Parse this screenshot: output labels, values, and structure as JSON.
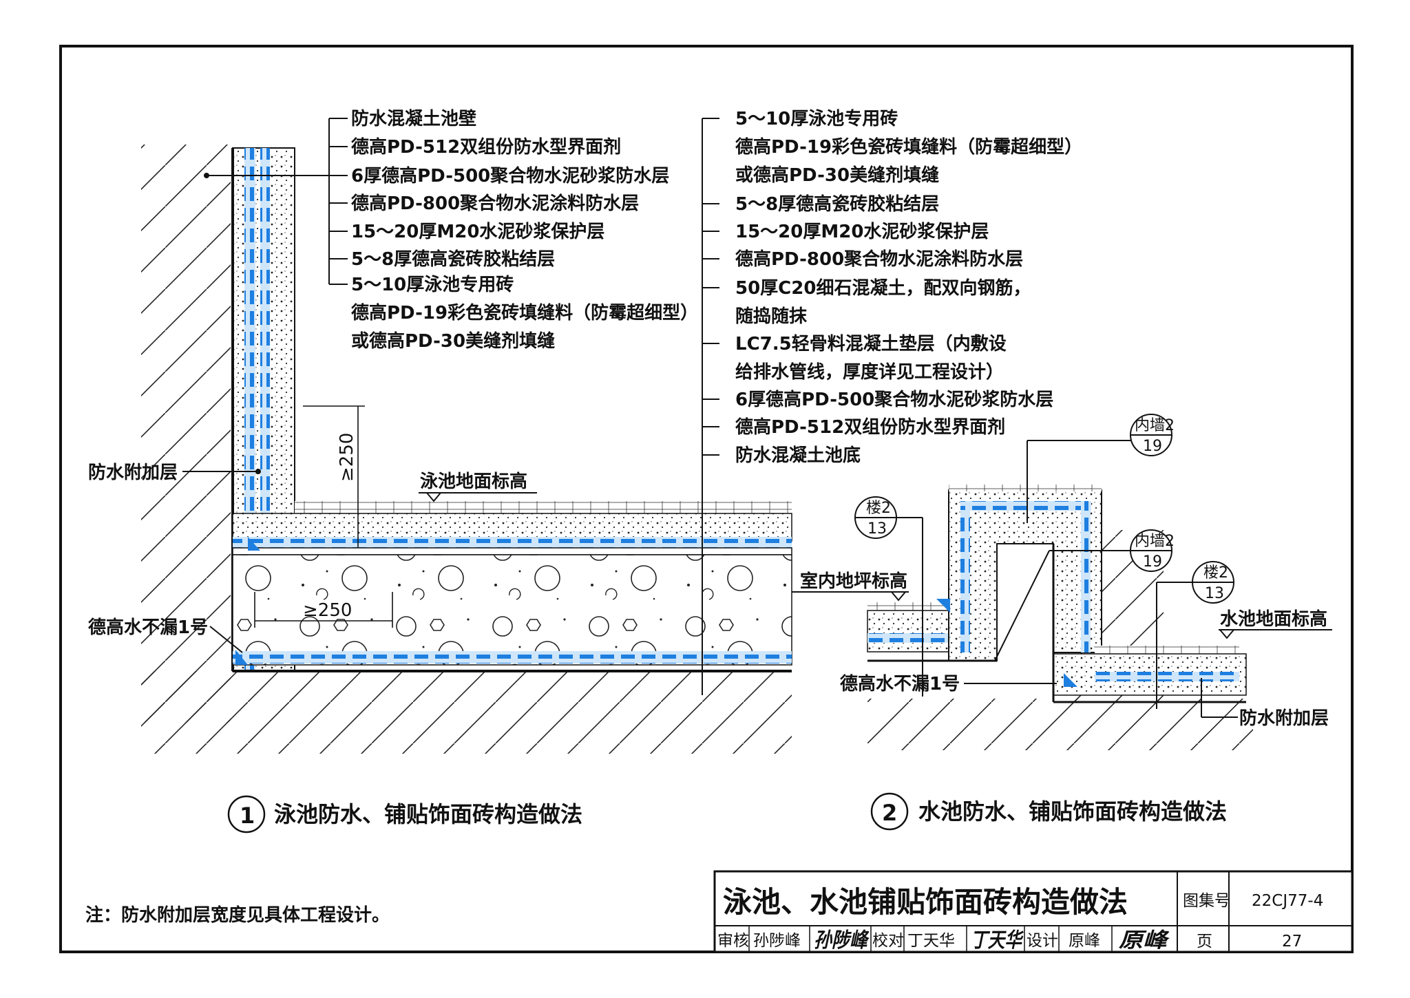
{
  "figure1": {
    "left_labels": {
      "waterproof_additional": "防水附加层",
      "deko_1": "德高水不漏1号"
    },
    "wall_layers": [
      "防水混凝土池壁",
      "德高PD-512双组份防水型界面剂",
      "6厚德高PD-500聚合物水泥砂浆防水层",
      "德高PD-800聚合物水泥涂料防水层",
      "15～20厚M20水泥砂浆保护层",
      "5～8厚德高瓷砖胶粘结层",
      "5～10厚泳池专用砖",
      "德高PD-19彩色瓷砖填缝料（防霉超细型）",
      "或德高PD-30美缝剂填缝"
    ],
    "floor_layers": [
      "5～10厚泳池专用砖",
      "德高PD-19彩色瓷砖填缝料（防霉超细型）",
      "或德高PD-30美缝剂填缝",
      "5～8厚德高瓷砖胶粘结层",
      "15～20厚M20水泥砂浆保护层",
      "德高PD-800聚合物水泥涂料防水层",
      "50厚C20细石混凝土，配双向钢筋，",
      "随捣随抹",
      "LC7.5轻骨料混凝土垫层（内敷设",
      "给排水管线，厚度详见工程设计）",
      "6厚德高PD-500聚合物水泥砂浆防水层",
      "德高PD-512双组份防水型界面剂",
      "防水混凝土池底"
    ],
    "pool_floor_level": "泳池地面标高",
    "indoor_floor_level": "室内地坪标高",
    "dim_vertical": "≥250",
    "dim_horizontal": "≥250",
    "caption_number": "1",
    "caption_text": "泳池防水、铺贴饰面砖构造做法"
  },
  "figure2": {
    "refs": [
      {
        "top": "内墙2",
        "bottom": "19"
      },
      {
        "top": "楼2",
        "bottom": "13"
      },
      {
        "top": "内墙2",
        "bottom": "19"
      },
      {
        "top": "楼2",
        "bottom": "13"
      }
    ],
    "tank_floor_level": "水池地面标高",
    "deko_1": "德高水不漏1号",
    "waterproof_additional": "防水附加层",
    "caption_number": "2",
    "caption_text": "水池防水、铺贴饰面砖构造做法"
  },
  "note": "注：防水附加层宽度见具体工程设计。",
  "title_block": {
    "title": "泳池、水池铺贴饰面砖构造做法",
    "atlas_label": "图集号",
    "atlas_no": "22CJ77-4",
    "page_label": "页",
    "page_no": "27",
    "review_label": "审核",
    "reviewer": "孙陟峰",
    "reviewer_sig": "孙陟峰",
    "check_label": "校对",
    "checker": "丁天华",
    "checker_sig": "丁天华",
    "design_label": "设计",
    "designer": "原峰",
    "designer_sig": "原峰"
  },
  "colors": {
    "waterproof_blue": "#1e7fe0",
    "light_blue": "#aad4f5",
    "line": "#111111"
  }
}
